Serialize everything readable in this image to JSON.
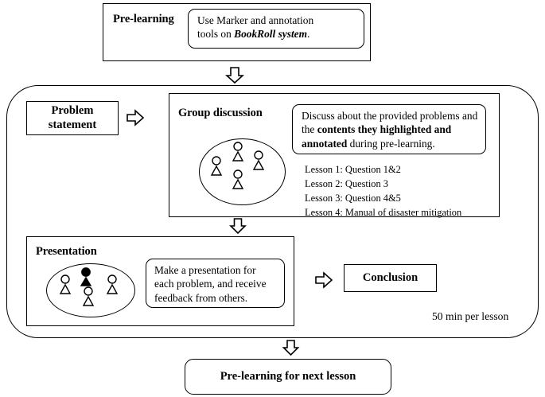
{
  "diagram": {
    "title_note": "50 min per lesson",
    "prelearning": {
      "header": "Pre-learning",
      "bubble": {
        "line1": "Use Marker and annotation",
        "line2_prefix": "tools on ",
        "line2_emphasis": "BookRoll system",
        "line2_suffix": "."
      }
    },
    "problem_statement": {
      "line1": "Problem",
      "line2": "statement"
    },
    "group_discussion": {
      "header": "Group discussion",
      "bubble": {
        "part1": "Discuss about the provided problems and the ",
        "emphasis": "contents they highlighted and annotated",
        "part2": " during pre-learning."
      },
      "lessons": [
        "Lesson 1: Question  1&2",
        "Lesson 2: Question  3",
        "Lesson 3: Question  4&5",
        "Lesson 4: Manual  of disaster  mitigation"
      ],
      "people_count": 4
    },
    "presentation": {
      "header": "Presentation",
      "bubble": {
        "line1": "Make a presentation for",
        "line2": "each problem, and receive",
        "line3": "feedback from others."
      },
      "people_count": 4,
      "presenter_filled": true
    },
    "conclusion": {
      "label": "Conclusion"
    },
    "next_lesson": {
      "label": "Pre-learning for next lesson"
    },
    "arrows": [
      {
        "name": "arrow-prelearning-to-lesson-body",
        "direction": "down"
      },
      {
        "name": "arrow-problem-to-group-discussion",
        "direction": "right"
      },
      {
        "name": "arrow-group-discussion-to-presentation",
        "direction": "down"
      },
      {
        "name": "arrow-presentation-to-conclusion",
        "direction": "right"
      },
      {
        "name": "arrow-lesson-body-to-next-lesson",
        "direction": "down"
      }
    ],
    "colors": {
      "stroke": "#000000",
      "background": "#ffffff",
      "presenter_fill": "#000000"
    }
  }
}
